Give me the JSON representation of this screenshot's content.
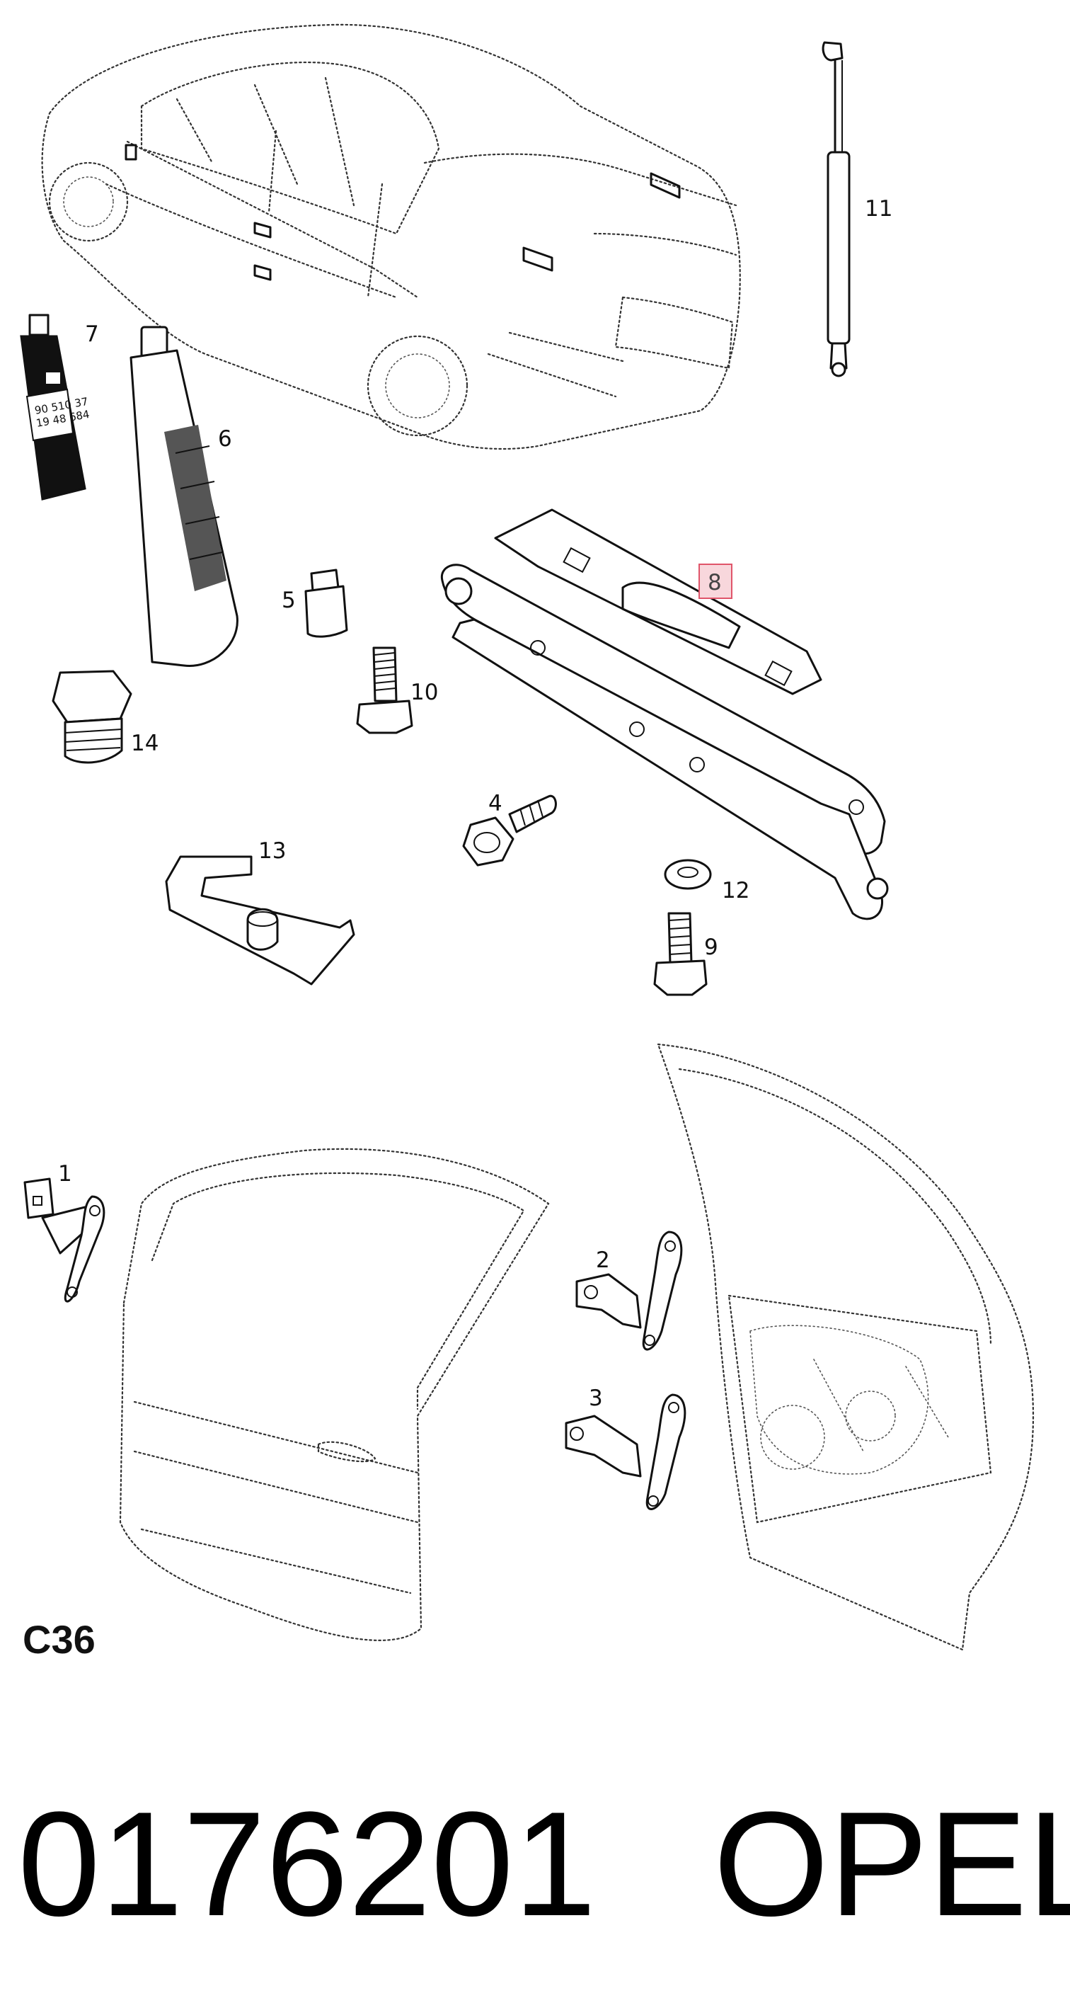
{
  "diagram_code": "C36",
  "part_number": "0176201",
  "brand": "OPEL",
  "tube_label_lines": [
    "90 510 37",
    "19 48 684"
  ],
  "highlight_color": "#e0556a",
  "callouts": [
    {
      "id": "1",
      "label": "1"
    },
    {
      "id": "2",
      "label": "2"
    },
    {
      "id": "3",
      "label": "3"
    },
    {
      "id": "4",
      "label": "4"
    },
    {
      "id": "5",
      "label": "5"
    },
    {
      "id": "6",
      "label": "6"
    },
    {
      "id": "7",
      "label": "7"
    },
    {
      "id": "8",
      "label": "8",
      "highlighted": true
    },
    {
      "id": "9",
      "label": "9"
    },
    {
      "id": "10",
      "label": "10"
    },
    {
      "id": "11",
      "label": "11"
    },
    {
      "id": "12",
      "label": "12"
    },
    {
      "id": "13",
      "label": "13"
    },
    {
      "id": "14",
      "label": "14"
    }
  ]
}
